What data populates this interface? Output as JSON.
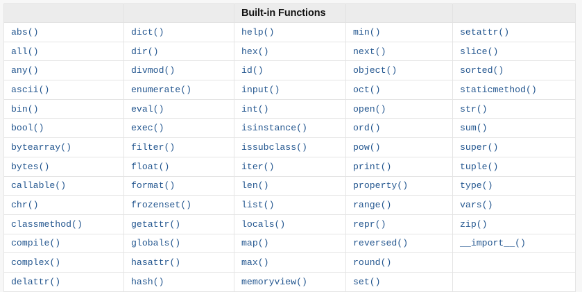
{
  "table": {
    "caption": "Built-in Functions",
    "caption_column_index": 2,
    "column_count": 5,
    "header_cells": [
      "",
      "",
      "Built-in Functions",
      "",
      ""
    ],
    "accent_text_color": "#23568f",
    "header_background_color": "#ececec",
    "header_text_color": "#111111",
    "border_color": "#e4e4e4",
    "page_background_color": "#f7f7f7",
    "rows": [
      [
        "abs()",
        "dict()",
        "help()",
        "min()",
        "setattr()"
      ],
      [
        "all()",
        "dir()",
        "hex()",
        "next()",
        "slice()"
      ],
      [
        "any()",
        "divmod()",
        "id()",
        "object()",
        "sorted()"
      ],
      [
        "ascii()",
        "enumerate()",
        "input()",
        "oct()",
        "staticmethod()"
      ],
      [
        "bin()",
        "eval()",
        "int()",
        "open()",
        "str()"
      ],
      [
        "bool()",
        "exec()",
        "isinstance()",
        "ord()",
        "sum()"
      ],
      [
        "bytearray()",
        "filter()",
        "issubclass()",
        "pow()",
        "super()"
      ],
      [
        "bytes()",
        "float()",
        "iter()",
        "print()",
        "tuple()"
      ],
      [
        "callable()",
        "format()",
        "len()",
        "property()",
        "type()"
      ],
      [
        "chr()",
        "frozenset()",
        "list()",
        "range()",
        "vars()"
      ],
      [
        "classmethod()",
        "getattr()",
        "locals()",
        "repr()",
        "zip()"
      ],
      [
        "compile()",
        "globals()",
        "map()",
        "reversed()",
        "__import__()"
      ],
      [
        "complex()",
        "hasattr()",
        "max()",
        "round()",
        ""
      ],
      [
        "delattr()",
        "hash()",
        "memoryview()",
        "set()",
        ""
      ]
    ]
  }
}
